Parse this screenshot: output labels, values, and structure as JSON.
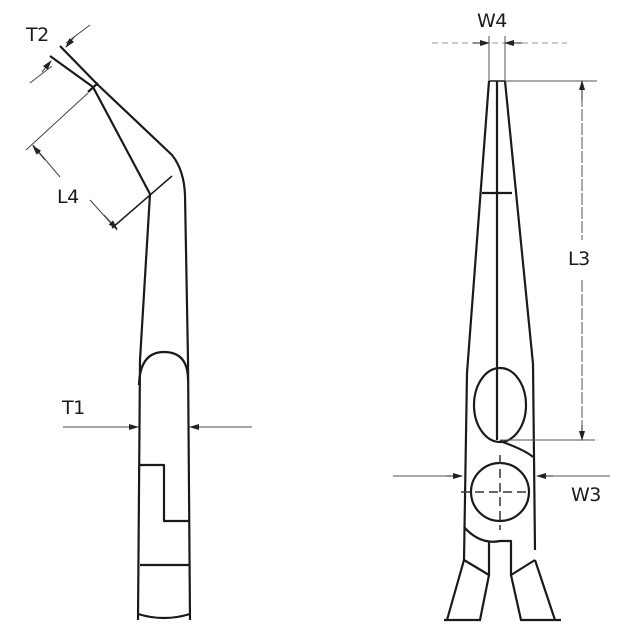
{
  "diagram": {
    "subject": "needle-nose pliers with angled jaws",
    "views": [
      {
        "name": "side-view",
        "labels": [
          "T2",
          "L4",
          "T1"
        ]
      },
      {
        "name": "front-view",
        "labels": [
          "W4",
          "L3",
          "W3"
        ]
      }
    ]
  },
  "labels": {
    "t2": "T2",
    "l4": "L4",
    "t1": "T1",
    "w4": "W4",
    "l3": "L3",
    "w3": "W3"
  },
  "colors": {
    "outline": "#1a1a1a",
    "dimension": "#555555",
    "background": "#ffffff"
  }
}
